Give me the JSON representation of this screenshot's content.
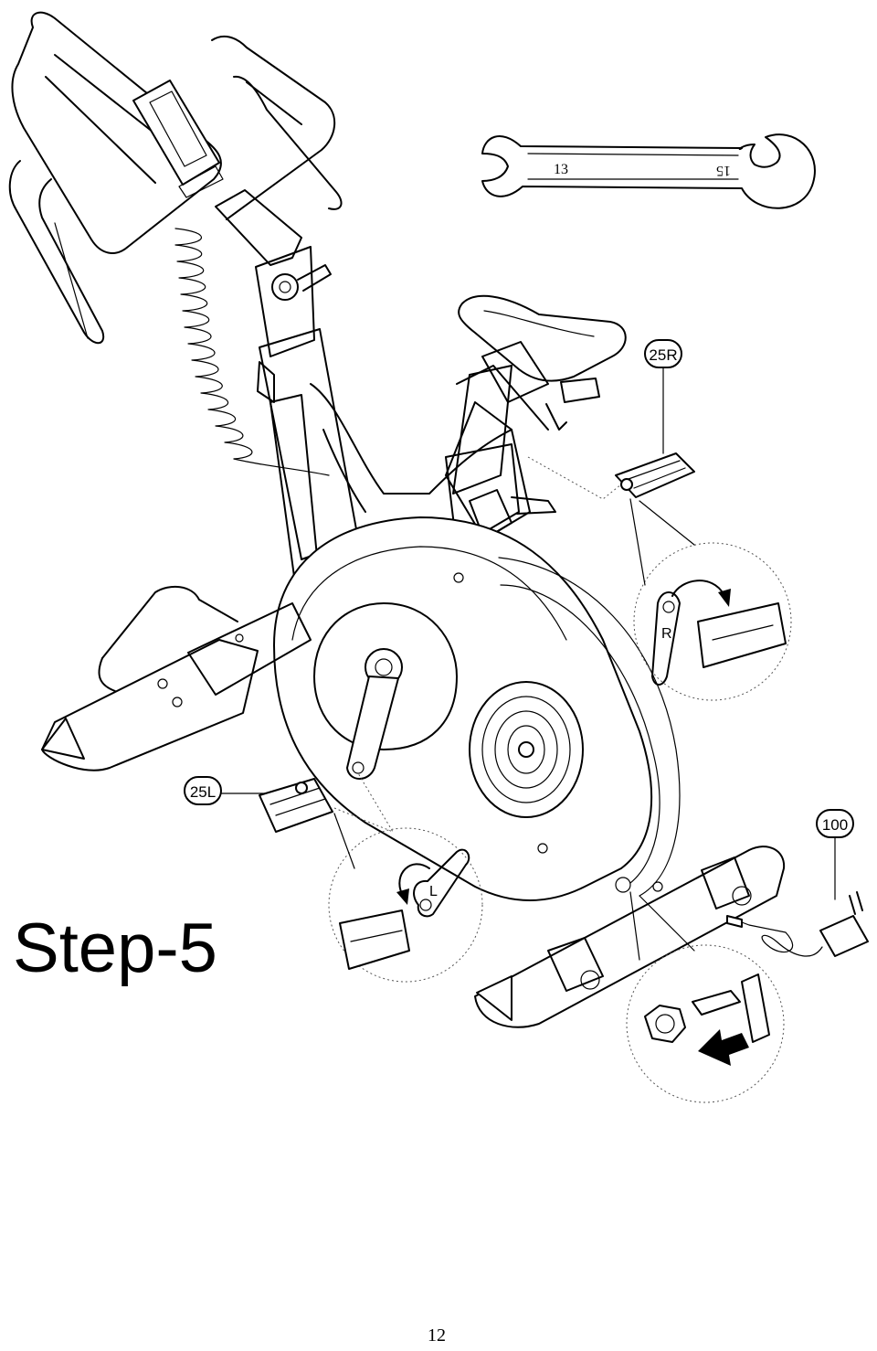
{
  "step_title": "Step-5",
  "page_number": "12",
  "wrench": {
    "size_left": "13",
    "size_right": "15"
  },
  "callouts": {
    "pedal_right": "25R",
    "pedal_left": "25L",
    "adapter": "100"
  },
  "thread_marks": {
    "right": "R",
    "left": "L"
  }
}
